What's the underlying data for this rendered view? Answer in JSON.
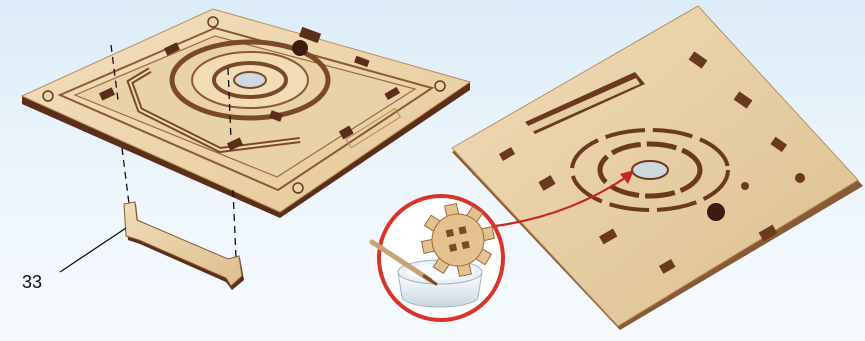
{
  "callout": {
    "part_number": "33"
  },
  "colors": {
    "background": "#e6f1fa",
    "plywood_face": "#efd9b4",
    "plywood_edge": "#5a2e18",
    "glue_ring": "#d8352a",
    "arrow": "#c8261e"
  },
  "icons": [
    "plywood-base-plate",
    "bracket-part-33",
    "flipped-plate",
    "gear-with-glue",
    "glue-pot",
    "brush-icon"
  ]
}
